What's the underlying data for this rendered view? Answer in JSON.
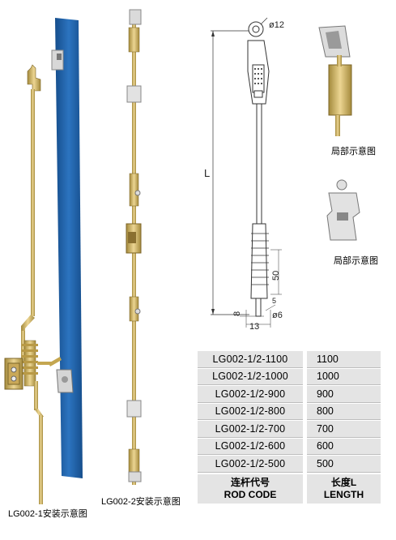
{
  "captions": {
    "lg1": "LG002-1安装示意图",
    "lg2": "LG002-2安装示意图",
    "detail_top": "局部示意图",
    "detail_bottom": "局部示意图"
  },
  "dimensions": {
    "diameter_top": "ø12",
    "length": "L",
    "d50": "50",
    "d5": "5",
    "d8": "8",
    "diameter_bottom": "ø6",
    "d13": "13"
  },
  "spec_table": {
    "rows": [
      {
        "code": "LG002-1/2-1100",
        "length": "1100"
      },
      {
        "code": "LG002-1/2-1000",
        "length": "1000"
      },
      {
        "code": "LG002-1/2-900",
        "length": "900"
      },
      {
        "code": "LG002-1/2-800",
        "length": "800"
      },
      {
        "code": "LG002-1/2-700",
        "length": "700"
      },
      {
        "code": "LG002-1/2-600",
        "length": "600"
      },
      {
        "code": "LG002-1/2-500",
        "length": "500"
      }
    ],
    "header": {
      "code_cn": "连杆代号",
      "code_en": "ROD CODE",
      "length_cn": "长度L",
      "length_en": "LENGTH"
    }
  },
  "colors": {
    "door_panel": "#1c5fa6",
    "rod_gold": "#d4b86a",
    "rod_shadow": "#a48a3c",
    "table_cell": "#e4e4e4"
  }
}
